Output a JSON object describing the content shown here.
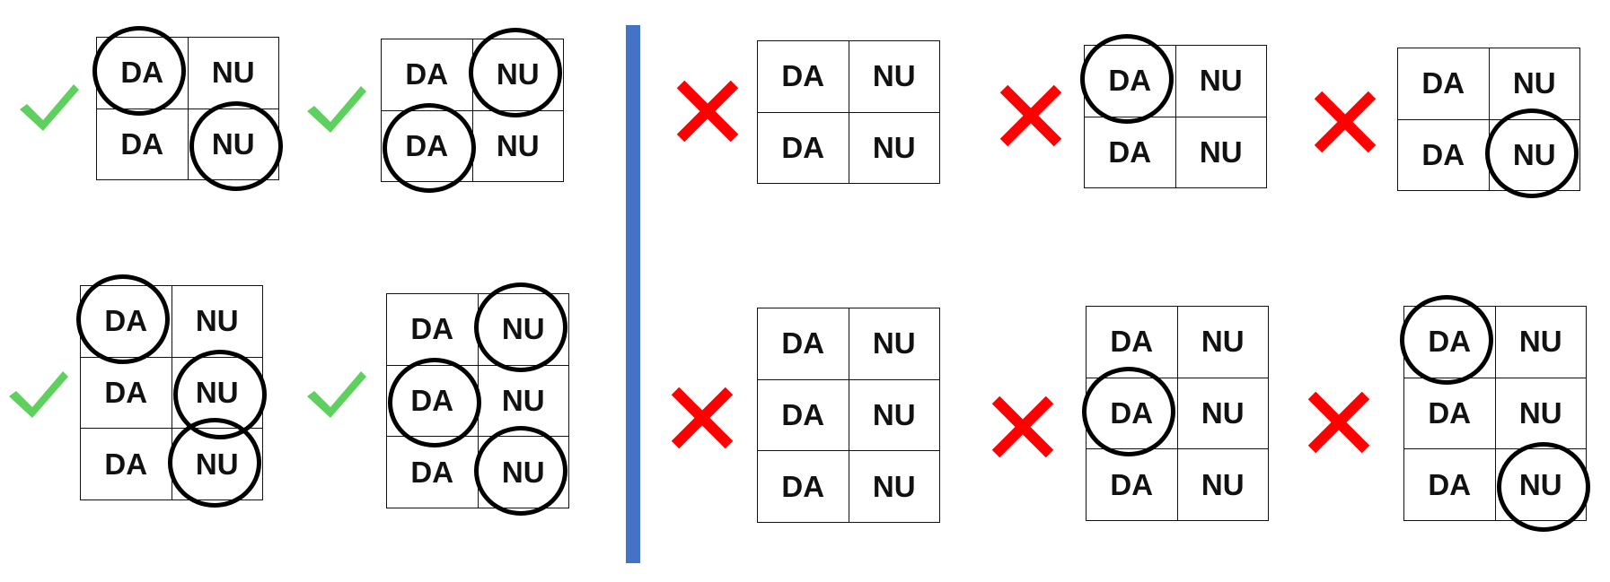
{
  "cell_labels": {
    "da": "DA",
    "nu": "NU"
  },
  "colors": {
    "correct": "#5ed05e",
    "incorrect": "#ff0000",
    "divider": "#4472c4",
    "circle": "#000000"
  },
  "valid_examples": [
    {
      "rows": [
        [
          "DA",
          "NU"
        ],
        [
          "DA",
          "NU"
        ]
      ],
      "circled": [
        [
          0,
          0
        ],
        [
          1,
          1
        ]
      ],
      "mark": "check-icon"
    },
    {
      "rows": [
        [
          "DA",
          "NU"
        ],
        [
          "DA",
          "NU"
        ]
      ],
      "circled": [
        [
          0,
          1
        ],
        [
          1,
          0
        ]
      ],
      "mark": "check-icon"
    },
    {
      "rows": [
        [
          "DA",
          "NU"
        ],
        [
          "DA",
          "NU"
        ],
        [
          "DA",
          "NU"
        ]
      ],
      "circled": [
        [
          0,
          0
        ],
        [
          1,
          1
        ],
        [
          2,
          1
        ]
      ],
      "mark": "check-icon"
    },
    {
      "rows": [
        [
          "DA",
          "NU"
        ],
        [
          "DA",
          "NU"
        ],
        [
          "DA",
          "NU"
        ]
      ],
      "circled": [
        [
          0,
          1
        ],
        [
          1,
          0
        ],
        [
          2,
          1
        ]
      ],
      "mark": "check-icon"
    }
  ],
  "invalid_examples": [
    {
      "rows": [
        [
          "DA",
          "NU"
        ],
        [
          "DA",
          "NU"
        ]
      ],
      "circled": [],
      "mark": "cross-icon"
    },
    {
      "rows": [
        [
          "DA",
          "NU"
        ],
        [
          "DA",
          "NU"
        ]
      ],
      "circled": [
        [
          0,
          0
        ]
      ],
      "mark": "cross-icon"
    },
    {
      "rows": [
        [
          "DA",
          "NU"
        ],
        [
          "DA",
          "NU"
        ]
      ],
      "circled": [
        [
          1,
          1
        ]
      ],
      "mark": "cross-icon"
    },
    {
      "rows": [
        [
          "DA",
          "NU"
        ],
        [
          "DA",
          "NU"
        ],
        [
          "DA",
          "NU"
        ]
      ],
      "circled": [],
      "mark": "cross-icon"
    },
    {
      "rows": [
        [
          "DA",
          "NU"
        ],
        [
          "DA",
          "NU"
        ],
        [
          "DA",
          "NU"
        ]
      ],
      "circled": [
        [
          1,
          0
        ]
      ],
      "mark": "cross-icon"
    },
    {
      "rows": [
        [
          "DA",
          "NU"
        ],
        [
          "DA",
          "NU"
        ],
        [
          "DA",
          "NU"
        ]
      ],
      "circled": [
        [
          0,
          0
        ],
        [
          2,
          1
        ]
      ],
      "mark": "cross-icon"
    }
  ]
}
